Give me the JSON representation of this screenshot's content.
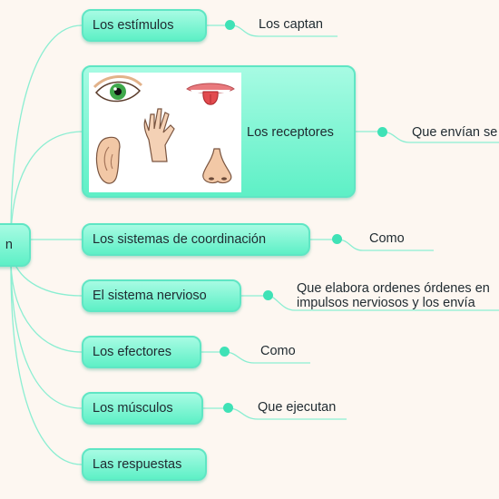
{
  "root": {
    "label": "n"
  },
  "branches": [
    {
      "label": "Los estímulos",
      "leaf": "Los captan"
    },
    {
      "label": "Los receptores",
      "leaf": "Que envían se",
      "image_icons": [
        "eye-icon",
        "tongue-icon",
        "hand-icon",
        "ear-icon",
        "nose-icon"
      ]
    },
    {
      "label": "Los sistemas de coordinación",
      "leaf": "Como"
    },
    {
      "label": "El sistema nervioso",
      "leaf_line1": "Que elabora ordenes órdenes en",
      "leaf_line2": "impulsos nerviosos y los envía"
    },
    {
      "label": "Los efectores",
      "leaf": "Como"
    },
    {
      "label": "Los músculos",
      "leaf": "Que ejecutan"
    },
    {
      "label": "Las respuestas"
    }
  ],
  "colors": {
    "node_fill": "#5ef0c6",
    "node_border": "#5fe6c4",
    "line": "#7ee8cc",
    "background": "#fdf7f1"
  }
}
